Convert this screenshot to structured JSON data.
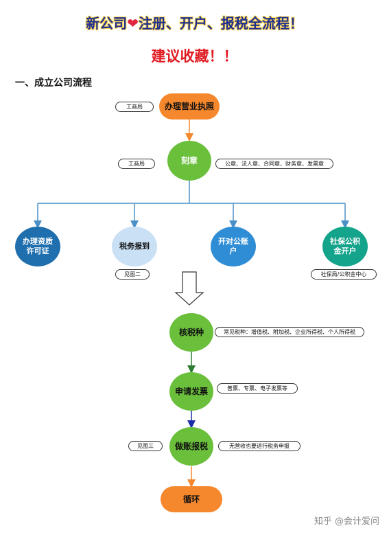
{
  "title": {
    "text_before": "新公司",
    "heart": "❤",
    "text_after": "注册、开户、报税全流程！"
  },
  "subtitle": "建议收藏！！",
  "section_heading": "一、成立公司流程",
  "nodes": {
    "license": "办理营业执照",
    "seal": "刻章",
    "qualification": "办理资质许可证",
    "tax_registration": "税务报到",
    "bank_account": "开对公账户",
    "social_security": "社保公积金开户",
    "tax_type": "核税种",
    "invoice": "申请发票",
    "bookkeeping": "做账报税",
    "cycle": "循环"
  },
  "notes": {
    "license_office": "工商局",
    "seal_office": "工商局",
    "seal_types": "公章、法人章、合同章、财务章、发票章",
    "see_fig2": "见图二",
    "social_office": "社保局/公积金中心",
    "common_taxes": "常见税种：增值税、附加税、企业所得税、个人所得税",
    "invoice_types": "普票、专票、电子发票等",
    "see_fig3": "见图三",
    "zero_filing": "无营收也要进行税务申报"
  },
  "colors": {
    "orange": "#f5872d",
    "green": "#6abf3b",
    "dark_blue": "#1f6fae",
    "light_blue": "#c9e0f5",
    "mid_blue": "#2f8dd6",
    "teal": "#14a38b",
    "line_blue": "#4a90c8"
  },
  "watermark": "知乎 @会计爱问"
}
